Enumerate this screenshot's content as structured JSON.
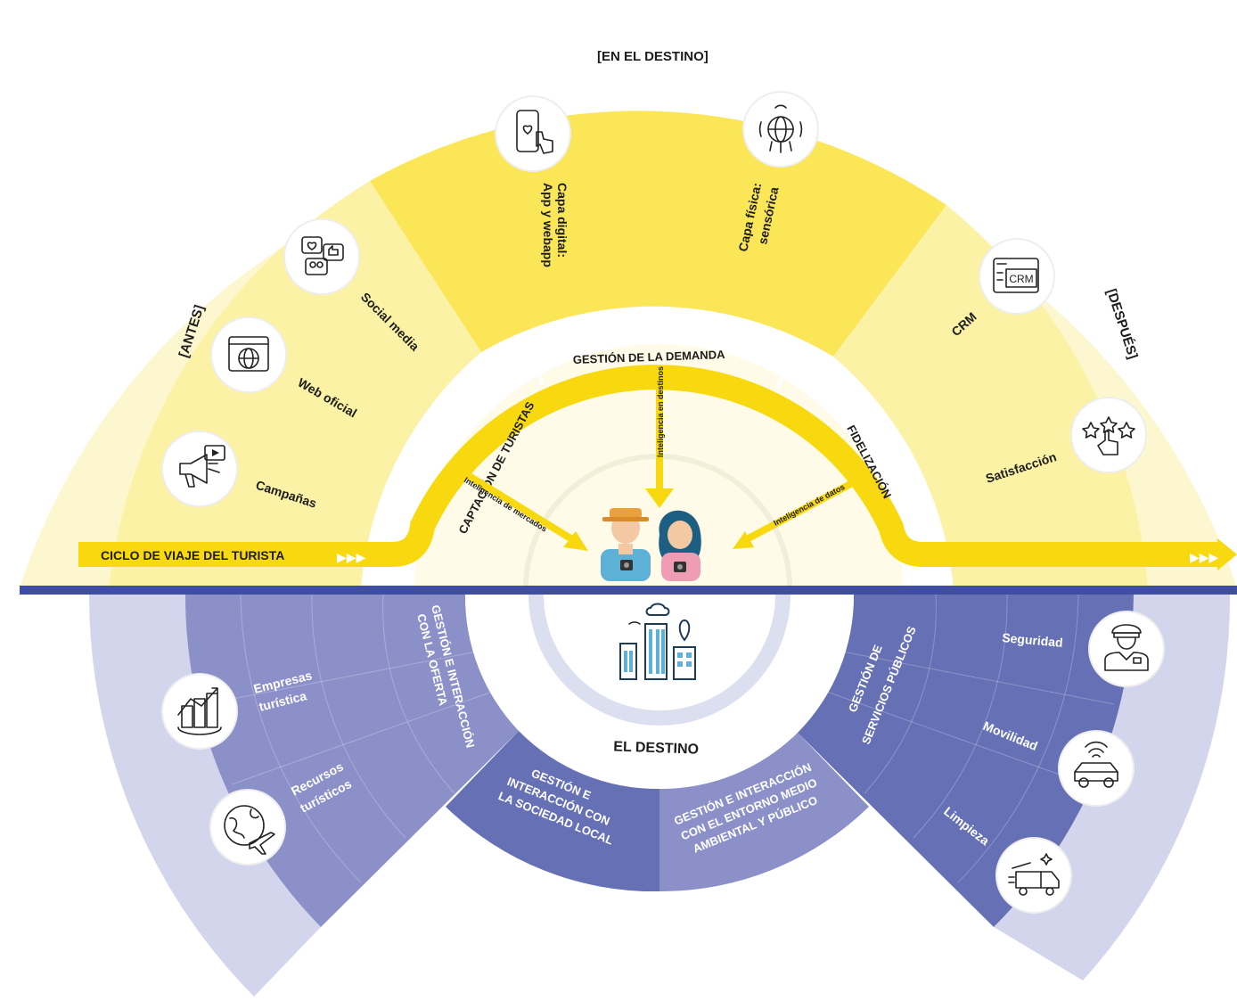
{
  "diagram": {
    "top_phases": {
      "before": "[ANTES]",
      "during": "[EN EL DESTINO]",
      "after": "[DESPUÉS]"
    },
    "touchpoints": {
      "campaigns": "Campañas",
      "official_web": "Web oficial",
      "social_media": "Social media",
      "digital_layer_1": "Capa digital:",
      "digital_layer_2": "App y webapp",
      "physical_layer_1": "Capa física:",
      "physical_layer_2": "sensórica",
      "crm": "CRM",
      "satisfaction": "Satisfacción"
    },
    "arcs": {
      "capture": "CAPTACIÓN DE TURISTAS",
      "demand": "GESTIÓN DE LA DEMANDA",
      "loyalty": "FIDELIZACIÓN"
    },
    "intelligence": {
      "markets": "Inteligencia de mercados",
      "destinations": "Inteligencia en destinos",
      "data": "Inteligencia de datos"
    },
    "journey": {
      "label": "CICLO DE VIAJE DEL TURISTA",
      "arrows": "▶▶▶"
    },
    "destination": {
      "title": "EL DESTINO",
      "offer_1": "GESTIÓN E INTERACCIÓN",
      "offer_2": "CON LA OFERTA",
      "local_1": "GESTIÓN E",
      "local_2": "INTERACCIÓN CON",
      "local_3": "LA SOCIEDAD LOCAL",
      "env_1": "GESTIÓN E INTERACCIÓN",
      "env_2": "CON EL ENTORNO MEDIO",
      "env_3": "AMBIENTAL Y PÚBLICO",
      "public_1": "GESTIÓN DE",
      "public_2": "SERVICIOS PÚBLICOS",
      "companies_1": "Empresas",
      "companies_2": "turística",
      "resources_1": "Recursos",
      "resources_2": "turísticos",
      "security": "Seguridad",
      "mobility": "Movilidad",
      "cleaning": "Limpieza",
      "crm_icon_text": "CRM"
    },
    "icons": [
      "megaphone-icon",
      "globe-web-icon",
      "social-media-icon",
      "smartphone-icon",
      "sensor-globe-icon",
      "crm-icon",
      "stars-rating-icon",
      "tourists-icon",
      "smart-city-icon",
      "business-icon",
      "travel-globe-icon",
      "police-officer-icon",
      "connected-car-icon",
      "cleaning-truck-icon"
    ],
    "colors": {
      "yellow_light": "#fbf2a6",
      "yellow_mid": "#fbe96a",
      "yellow_strong": "#f8e13c",
      "yellow_band": "#f8d90f",
      "purple_dark": "#6670b5",
      "purple_mid": "#8a90c7",
      "purple_light": "#c9cbe6",
      "navy_line": "#3f4ea0"
    }
  }
}
